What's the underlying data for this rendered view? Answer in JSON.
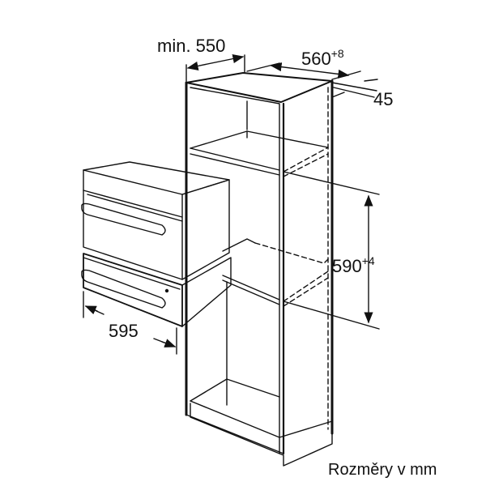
{
  "dimensions": {
    "depth_min": "min. 550",
    "niche_width": "560",
    "niche_width_tolerance": "+8",
    "vent_gap": "45",
    "niche_height": "590",
    "niche_height_tolerance": "+4",
    "appliance_width": "595"
  },
  "caption": "Rozměry v mm"
}
